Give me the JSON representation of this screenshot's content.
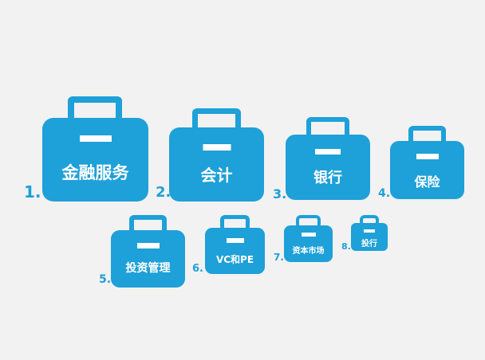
{
  "colors": {
    "accent": "#1ea0d8",
    "background": "#f2f2f2",
    "inner": "#ffffff"
  },
  "items": [
    {
      "number": "1.",
      "label": "金融服务"
    },
    {
      "number": "2.",
      "label": "会计"
    },
    {
      "number": "3.",
      "label": "银行"
    },
    {
      "number": "4.",
      "label": "保险"
    },
    {
      "number": "5.",
      "label": "投资管理"
    },
    {
      "number": "6.",
      "label": "VC和PE"
    },
    {
      "number": "7.",
      "label": "资本市场"
    },
    {
      "number": "8.",
      "label": "投行"
    }
  ]
}
